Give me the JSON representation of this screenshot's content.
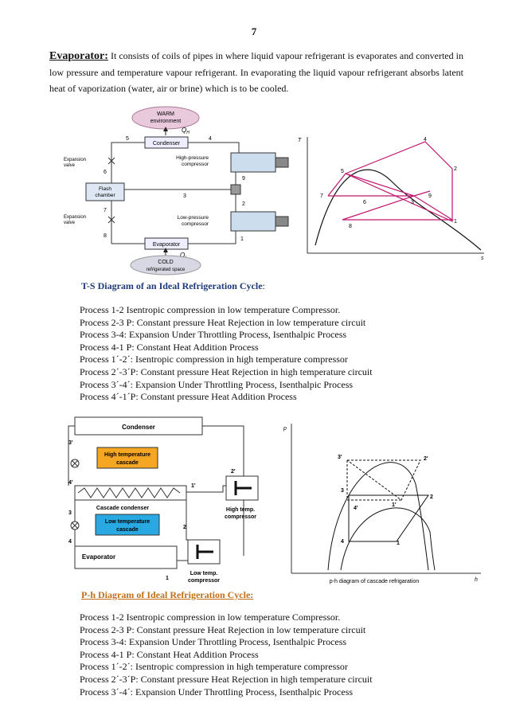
{
  "page_number": "7",
  "intro": {
    "term": "Evaporator:",
    "text": " It consists of coils of pipes in where liquid vapour refrigerant is evaporates and converted in low pressure and temperature vapour refrigerant. In evaporating the liquid vapour refrigerant absorbs latent heat of vaporization (water, air or brine) which is to be cooled."
  },
  "fig1": {
    "warm": "WARM",
    "warm_env": "environment",
    "qh": "Q",
    "qh_sub": "H",
    "condenser": "Condenser",
    "hp_comp": "High-pressure",
    "hp_comp2": "compressor",
    "lp_comp": "Low-pressure",
    "lp_comp2": "compressor",
    "exp_valve1": "Expansion",
    "exp_valve1b": "valve",
    "exp_valve2": "Expansion",
    "exp_valve2b": "valve",
    "flash": "Flash",
    "flash2": "chamber",
    "evaporator": "Evaporator",
    "ql": "Q",
    "ql_sub": "L",
    "cold": "COLD",
    "cold2": "refrigerated space",
    "nodes": [
      "5",
      "4",
      "6",
      "3",
      "9",
      "7",
      "2",
      "8",
      "1"
    ]
  },
  "ts_plot": {
    "y_axis": "T",
    "x_axis": "s",
    "points": [
      "4",
      "5",
      "2",
      "7",
      "6",
      "3",
      "9",
      "1",
      "8"
    ]
  },
  "caption_ts": "T-S Diagram of an Ideal Refrigeration Cycle",
  "caption_ts_colon": ":",
  "process_list_1": [
    "Process 1-2 Isentropic compression in low temperature Compressor.",
    "Process 2-3 P: Constant pressure Heat Rejection in low temperature circuit",
    "Process 3-4: Expansion Under Throttling Process, Isenthalpic Process",
    "Process 4-1 P: Constant Heat Addition Process",
    "Process 1´-2´: Isentropic compression in high temperature compressor",
    "Process 2´-3´P: Constant pressure Heat Rejection in high temperature circuit",
    "Process 3´-4´: Expansion Under Throttling Process, Isenthalpic Process",
    "Process 4´-1´P: Constant pressure Heat Addition Process"
  ],
  "fig2": {
    "condenser": "Condenser",
    "high_cascade": "High temperature",
    "high_cascade2": "cascade",
    "cascade_condenser": "Cascade condenser",
    "low_cascade": "Low temperature",
    "low_cascade2": "cascade",
    "evaporator": "Evaporator",
    "high_comp": "High temp.",
    "high_comp2": "compressor",
    "low_comp": "Low temp.",
    "low_comp2": "compressor",
    "nodes": [
      "3'",
      "4'",
      "1'",
      "2'",
      "3",
      "2",
      "4",
      "1"
    ],
    "high_color": "#f5a623",
    "low_color": "#29a9e1"
  },
  "ph_plot": {
    "y_axis": "p",
    "x_axis": "h",
    "points": [
      "3'",
      "2'",
      "3",
      "4'",
      "1'",
      "2",
      "4",
      "1"
    ],
    "title": "p-h diagram of cascade refrigaration"
  },
  "caption_ph": "P-h Diagram of Ideal Refrigeration Cycle:",
  "process_list_2": [
    "Process 1-2 Isentropic compression in low temperature Compressor.",
    "Process 2-3 P: Constant pressure Heat Rejection in low temperature circuit",
    "Process 3-4: Expansion Under Throttling Process, Isenthalpic Process",
    "Process 4-1 P: Constant Heat Addition Process",
    "Process 1´-2´: Isentropic compression in high temperature compressor",
    "Process 2´-3´P: Constant pressure Heat Rejection in high temperature circuit",
    "Process 3´-4´: Expansion Under Throttling Process, Isenthalpic Process"
  ]
}
